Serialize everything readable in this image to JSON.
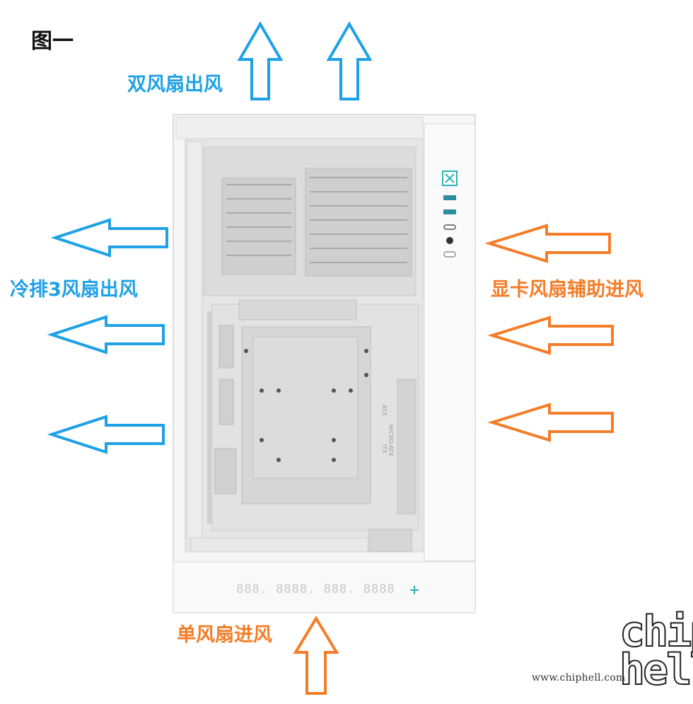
{
  "figure_label": "图一",
  "labels": {
    "top_exhaust": "双风扇出风",
    "left_exhaust": "冷排3风扇出风",
    "right_intake": "显卡风扇辅助进风",
    "bottom_intake": "单风扇进风"
  },
  "colors": {
    "exhaust": "#1ea1e6",
    "intake": "#f47d28",
    "case_body": "#f4f4f4"
  },
  "case": {
    "front_display_text": "888. 8888. 888. 8888",
    "board_marks": [
      "ITX",
      "MICRO-ATX",
      "ATX"
    ]
  },
  "watermark": {
    "url": "www.chiphell.com",
    "logo_top": "chip",
    "logo_bottom": "hell"
  }
}
